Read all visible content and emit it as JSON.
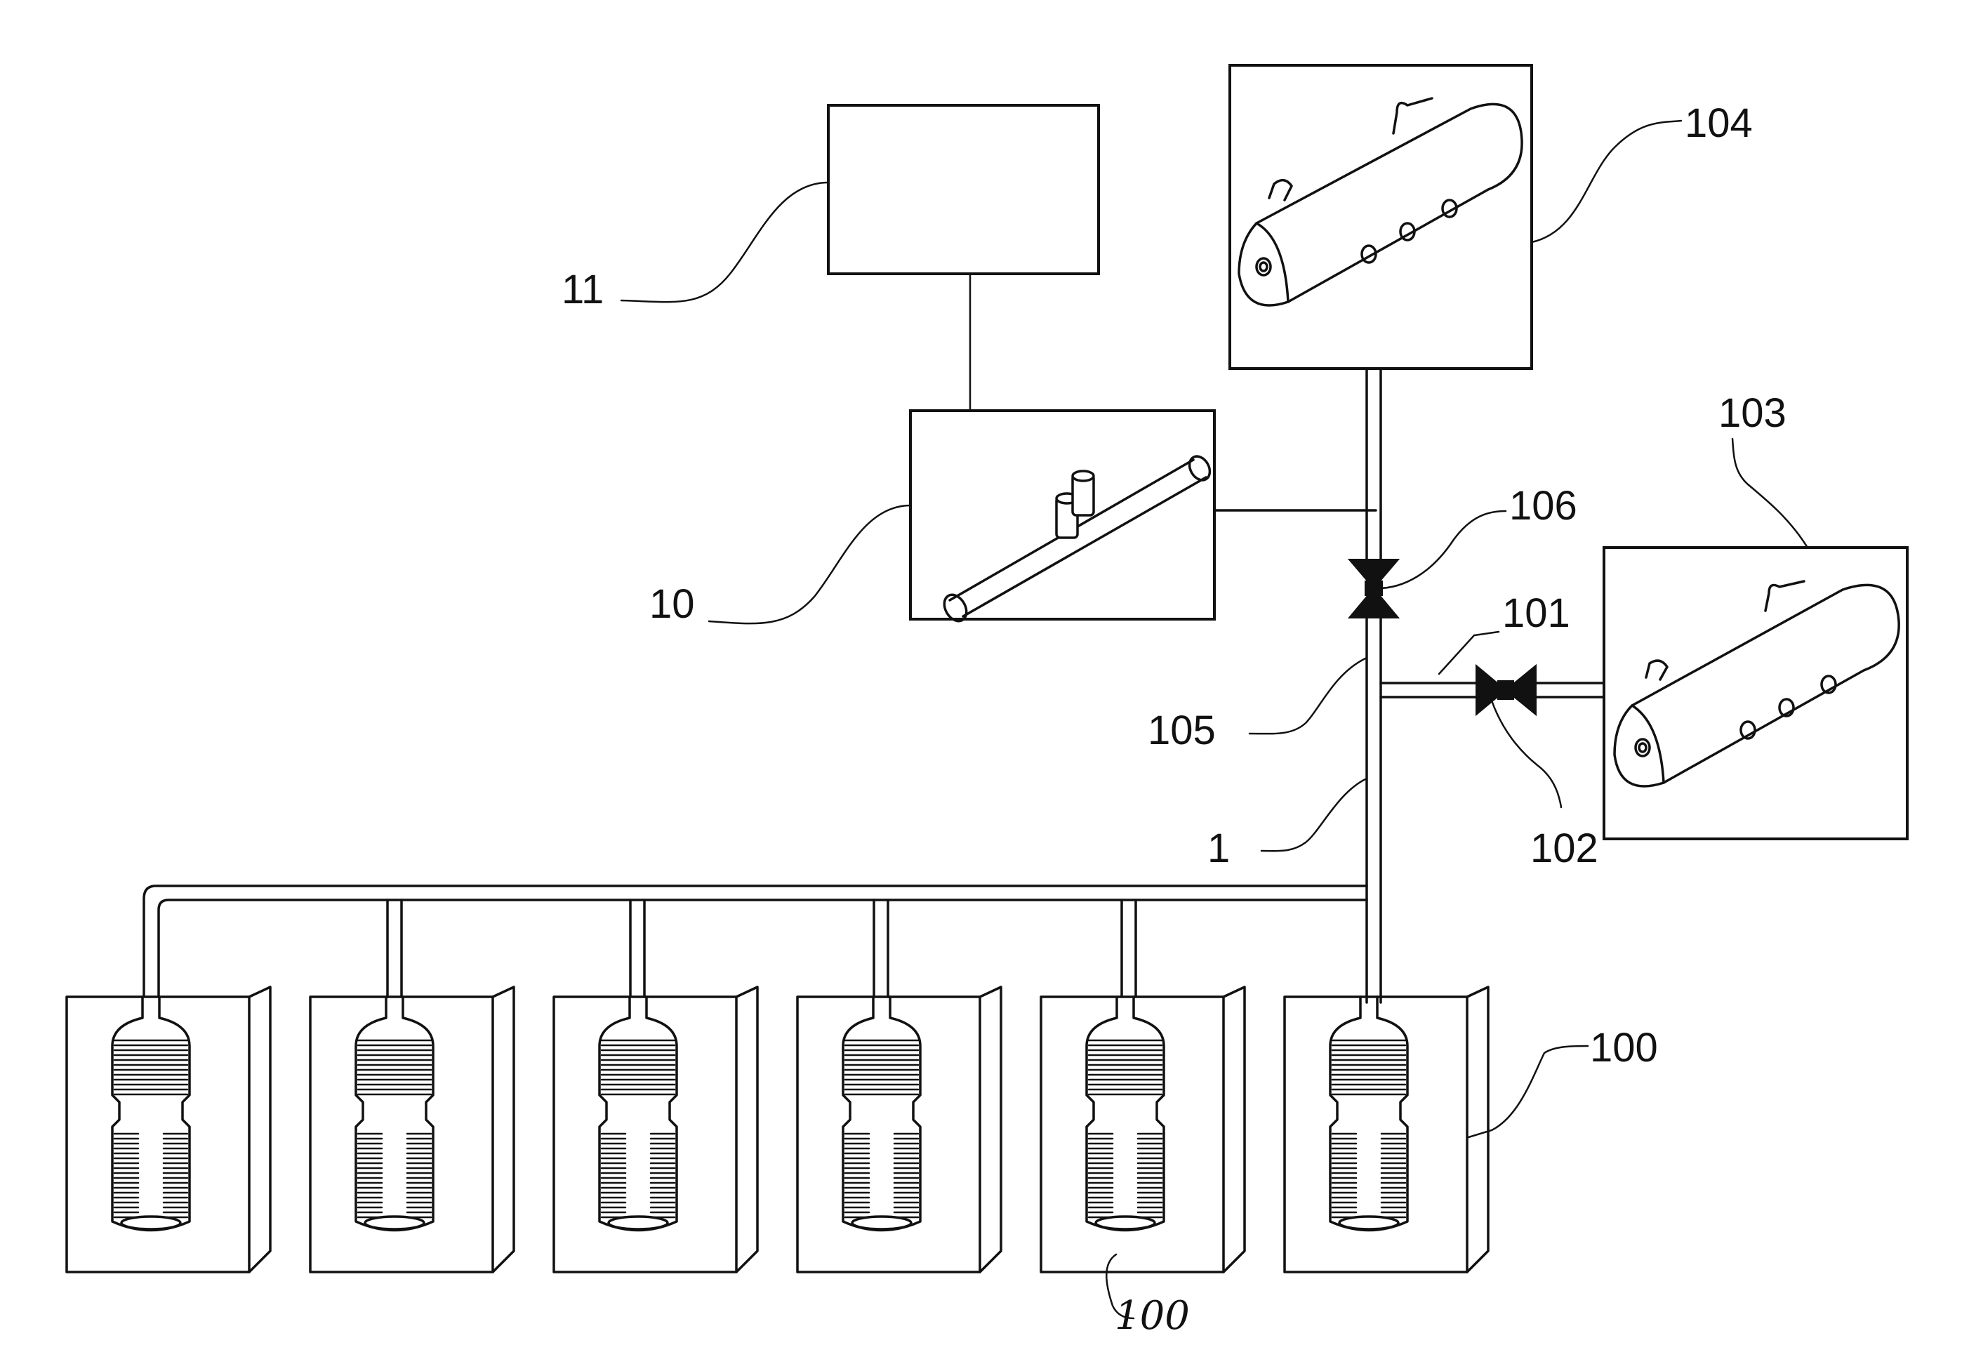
{
  "labels": {
    "l11": "11",
    "l10": "10",
    "l104": "104",
    "l103": "103",
    "l106": "106",
    "l101": "101",
    "l105": "105",
    "l102": "102",
    "l1": "1",
    "l100_right": "100",
    "l100_bottom": "100"
  },
  "modules": {
    "count": 6
  },
  "icons": {
    "control_unit": "plain-rectangle",
    "manifold": "pipe-with-stubs",
    "tank": "horizontal-cylinder-tank",
    "valve": "bowtie-valve",
    "cylinder": "gas-cylinder-bottle"
  }
}
